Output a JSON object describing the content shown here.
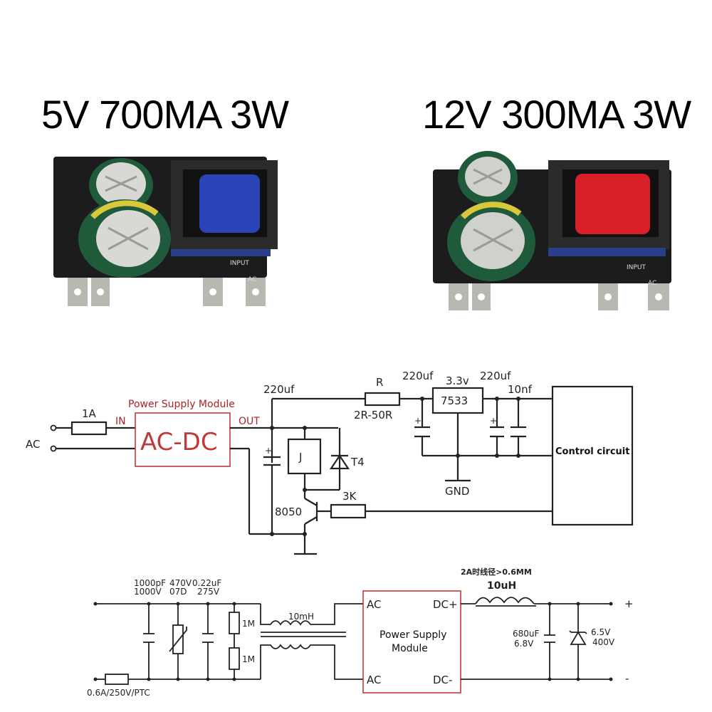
{
  "products": [
    {
      "title": "5V 700MA 3W",
      "transformer_color": "#2a44b8",
      "board_labels": [
        "INPUT",
        "AC"
      ]
    },
    {
      "title": "12V 300MA 3W",
      "transformer_color": "#d81f2a",
      "board_labels": [
        "INPUT",
        "AC"
      ]
    }
  ],
  "schematic1": {
    "ac_label": "AC",
    "fuse_label": "1A",
    "module_title": "Power Supply Module",
    "module_text": "AC-DC",
    "in_label": "IN",
    "out_label": "OUT",
    "cap_main": "220uf",
    "resistor_label": "R",
    "resistor_value": "2R-50R",
    "cap_in_reg": "220uf",
    "reg_voltage": "3.3v",
    "regulator": "7533",
    "cap_out_reg": "220uf",
    "cap_ceramic": "10nf",
    "gnd_label": "GND",
    "relay_label": "J",
    "diode_label": "T4",
    "transistor_label": "8050",
    "base_resistor": "3K",
    "control_label": "Control circuit"
  },
  "schematic2": {
    "cap1": [
      "1000pF",
      "1000V"
    ],
    "varistor": [
      "470V",
      "07D"
    ],
    "cap2": [
      "0.22uF",
      "275V"
    ],
    "res1": "1M",
    "res2": "1M",
    "choke": "10mH",
    "fuse": "0.6A/250V/PTC",
    "module_ac1": "AC",
    "module_ac2": "AC",
    "module_dcp": "DC+",
    "module_dcm": "DC-",
    "module_text": [
      "Power Supply",
      "Module"
    ],
    "wire_note": "2A时线径>0.6MM",
    "inductor": "10uH",
    "out_cap": [
      "680uF",
      "6.8V"
    ],
    "tvs": [
      "6.5V",
      "400V"
    ],
    "plus": "+",
    "minus": "-"
  }
}
